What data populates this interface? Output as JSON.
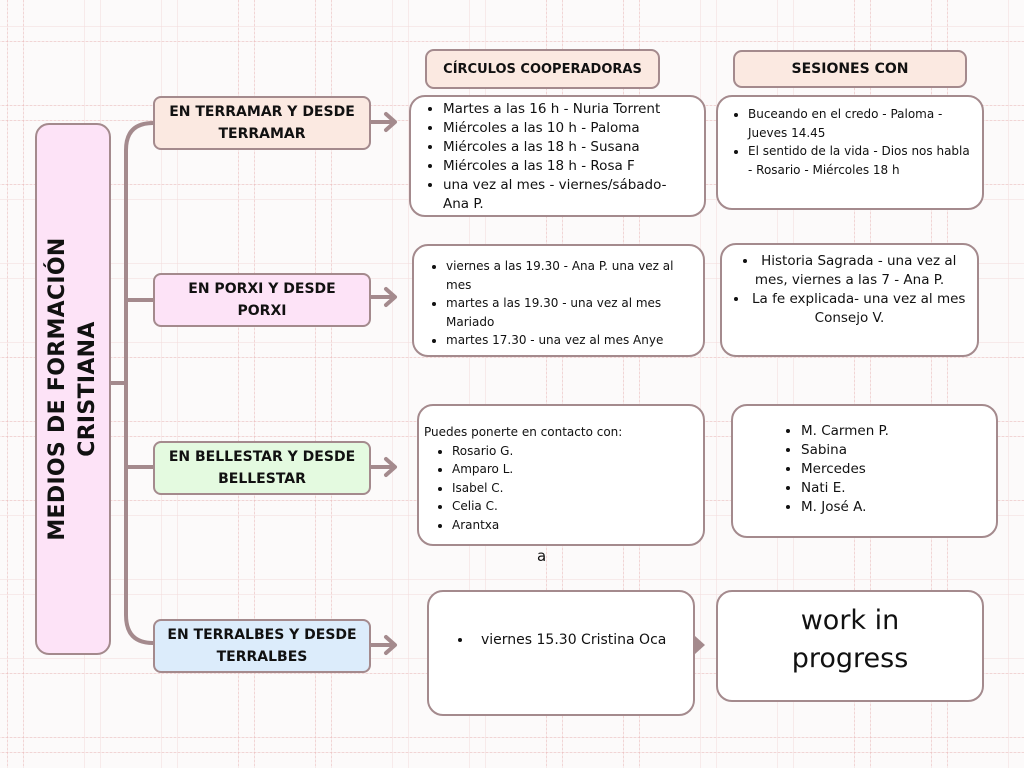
{
  "title": "MEDIOS DE FORMACIÓN CRISTIANA",
  "title_lines": [
    "MEDIOS DE FORMACIÓN",
    "CRISTIANA"
  ],
  "colors": {
    "root_fill": "#fde3f7",
    "connector": "#a48a8d",
    "header_fill": "#fbe9e1",
    "terramar_fill": "#fbe9e1",
    "porxi_fill": "#fde3f7",
    "bellestar_fill": "#e4fae0",
    "terralbes_fill": "#dcecfb",
    "grid_line": "#e2a0a0"
  },
  "column_headers": {
    "circulos": "CÍRCULOS COOPERADORAS",
    "sesiones": "SESIONES CON"
  },
  "branches": [
    {
      "label": "EN TERRAMAR Y DESDE TERRAMAR",
      "circulos": {
        "items": [
          "Martes a las 16 h - Nuria Torrent",
          "Miércoles a las 10 h - Paloma",
          "Miércoles a las 18 h -  Susana",
          "Miércoles a las 18 h - Rosa F",
          "una vez al mes - viernes/sábado- Ana P."
        ]
      },
      "sesiones": {
        "items": [
          "Buceando en el credo - Paloma - Jueves 14.45",
          "El sentido de la vida - Dios nos habla -  Rosario - Miércoles 18 h"
        ]
      }
    },
    {
      "label": "EN PORXI Y DESDE PORXI",
      "circulos": {
        "items": [
          "viernes a las 19.30 - Ana P.  una vez al mes",
          "martes a las 19.30 - una vez al mes Mariado",
          "martes 17.30 - una vez al mes Anye"
        ]
      },
      "sesiones": {
        "items": [
          "Historia Sagrada - una vez al mes, viernes a las 7 - Ana P.",
          "La fe explicada- una vez al mes Consejo V."
        ]
      }
    },
    {
      "label": "EN BELLESTAR Y DESDE BELLESTAR",
      "circulos": {
        "intro": "Puedes ponerte en contacto con:",
        "items": [
          "Rosario G.",
          "Amparo L.",
          "Isabel C.",
          "Celia C.",
          "Arantxa"
        ]
      },
      "sesiones": {
        "items": [
          "M. Carmen P.",
          "Sabina",
          "Mercedes",
          "Nati E.",
          "M. José A."
        ]
      }
    },
    {
      "label": "EN TERRALBES Y DESDE TERRALBES",
      "circulos": {
        "items": [
          "viernes 15.30 Cristina Oca"
        ]
      },
      "sesiones": {
        "text": "work in progress"
      }
    }
  ],
  "stray_text": "a"
}
